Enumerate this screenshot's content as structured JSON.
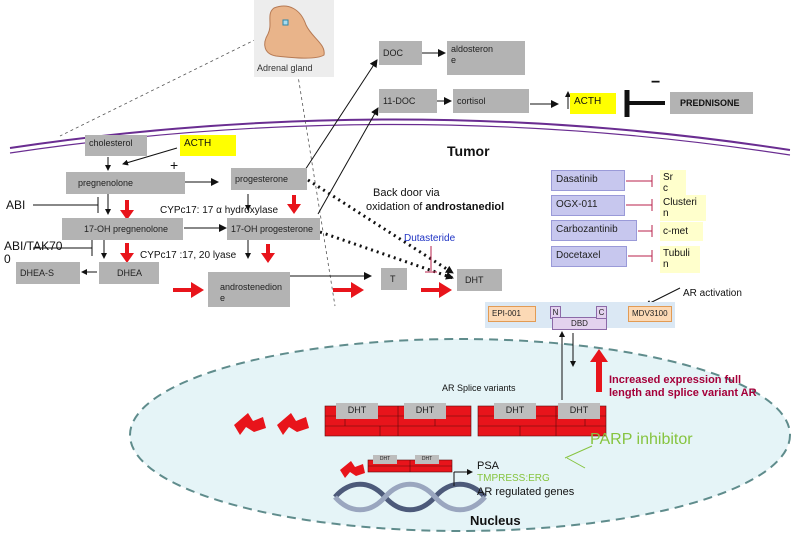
{
  "adrenal": {
    "label": "Adrenal gland"
  },
  "steroids": {
    "doc": "DOC",
    "aldosterone": "aldosteron\ne",
    "eleven_doc": "11-DOC",
    "cortisol": "cortisol",
    "acth_top": "ACTH",
    "prednisone": "PREDNISONE",
    "cholesterol": "cholesterol",
    "acth": "ACTH",
    "plus": "+",
    "pregnenolone": "pregnenolone",
    "progesterone": "progesterone",
    "oh_pregnenolone": "17-OH pregnenolone",
    "oh_progesterone": "17-OH progesterone",
    "dhea_s": "DHEA-S",
    "dhea": "DHEA",
    "androstenedione": "androstenedion\ne",
    "t": "T",
    "dht": "DHT"
  },
  "labels": {
    "tumor": "Tumor",
    "abi": "ABI",
    "abi_tak": "ABI/TAK70\n0",
    "cyp_hydroxylase": "CYPc17: 17 α hydroxylase",
    "cyp_lyase": "CYPc17 :17, 20 lyase",
    "backdoor_1": "Back door via",
    "backdoor_2": "oxidation of ",
    "backdoor_bold": "androstanediol",
    "dutasteride": "Dutasteride",
    "ar_activation": "AR activation",
    "splice_variants": "AR Splice variants",
    "increased_expression_1": "Increased expression full",
    "increased_expression_2": "length and splice variant AR",
    "psa": "PSA",
    "tmpress": "TMPRESS:ERG",
    "ar_genes": "AR regulated genes",
    "parp": "PARP inhibitor",
    "nucleus": "Nucleus",
    "minus": "−"
  },
  "drugs": [
    {
      "name": "Dasatinib",
      "target": "Sr\nc"
    },
    {
      "name": "OGX-011",
      "target": "Clusteri\nn"
    },
    {
      "name": "Carbozantinib",
      "target": "c-met"
    },
    {
      "name": "Docetaxel",
      "target": "Tubuli\nn"
    }
  ],
  "receptor": {
    "epi": "EPI-001",
    "n": "N",
    "c": "C",
    "dbd": "DBD",
    "mdv": "MDV3100"
  },
  "dna_units": {
    "full_1": "DHT",
    "full_2": "DHT",
    "splice_1": "DHT",
    "splice_2": "DHT",
    "small_1": "DHT",
    "small_2": "DHT"
  },
  "colors": {
    "arrow_red": "#e8141b",
    "dark_red": "#a5003a",
    "membrane": "#6a2d91",
    "nucleus_fill": "#e5f4f7",
    "parp_green": "#86c43f",
    "dutasteride_blue": "#1f33c4"
  }
}
